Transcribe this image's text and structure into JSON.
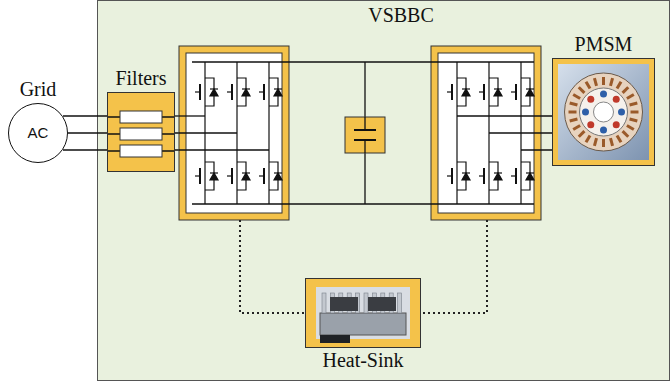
{
  "diagram": {
    "nodes": [
      {
        "text": [
          "Grid",
          "AC"
        ]
      },
      {
        "text": [
          "VSBBC"
        ]
      },
      {
        "text": [
          "Filters"
        ],
        "in": 1
      },
      {
        "text": [
          "PMSM"
        ],
        "in": 1
      },
      {
        "text": [
          "Heat-Sink"
        ],
        "in": 1
      }
    ],
    "edges": [
      {
        "from": 0,
        "to": 2,
        "arrow": "none"
      }
    ]
  }
}
